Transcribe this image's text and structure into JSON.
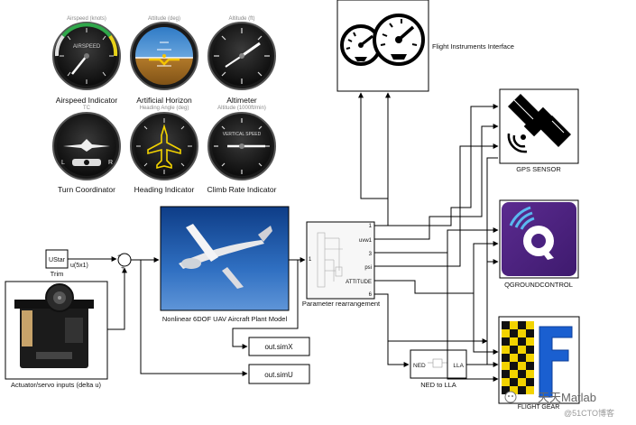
{
  "instruments": {
    "airspeed": {
      "top": "Airspeed (knots)",
      "caption": "Airspeed Indicator",
      "face": "AIRSPEED"
    },
    "horizon": {
      "top": "Attitude (deg)",
      "caption": "Artificial Horizon"
    },
    "altimeter": {
      "top": "Altitude (ft)",
      "caption": "Altimeter"
    },
    "turn": {
      "top": "TC",
      "caption": "Turn Coordinator",
      "left": "L",
      "right": "R"
    },
    "heading": {
      "top": "Heading Angle (deg)",
      "caption": "Heading Indicator"
    },
    "climb": {
      "top": "Altitude (1000ft/min)",
      "caption": "Climb Rate Indicator",
      "face": "VERTICAL SPEED"
    }
  },
  "blocks": {
    "fi_interface": {
      "label": "Flight Instruments Interface"
    },
    "trim": {
      "value": "UStar",
      "label": "Trim",
      "note": "u(5x1)"
    },
    "actuator": {
      "label": "Actuator/servo inputs (delta u)"
    },
    "plant": {
      "label": "Nonlinear 6DOF UAV Aircraft Plant Model"
    },
    "param": {
      "label": "Parameter rearrangement",
      "in_port": "1",
      "ports": [
        "1",
        "uvw1",
        "3",
        "psi",
        "ATTITUDE",
        "6"
      ]
    },
    "simx": {
      "label": "out.simX"
    },
    "simu": {
      "label": "out.simU"
    },
    "ned": {
      "label": "NED to LLA",
      "in": "NED",
      "out": "LLA"
    },
    "gps": {
      "label": "GPS SENSOR"
    },
    "qgc": {
      "label": "QGROUNDCONTROL"
    },
    "fg": {
      "label": "FLIGHT GEAR"
    }
  },
  "sum_signs": {
    "a": "+",
    "b": "+"
  },
  "watermark": {
    "line1": "天天Matlab",
    "line2": "@51CTO博客"
  }
}
